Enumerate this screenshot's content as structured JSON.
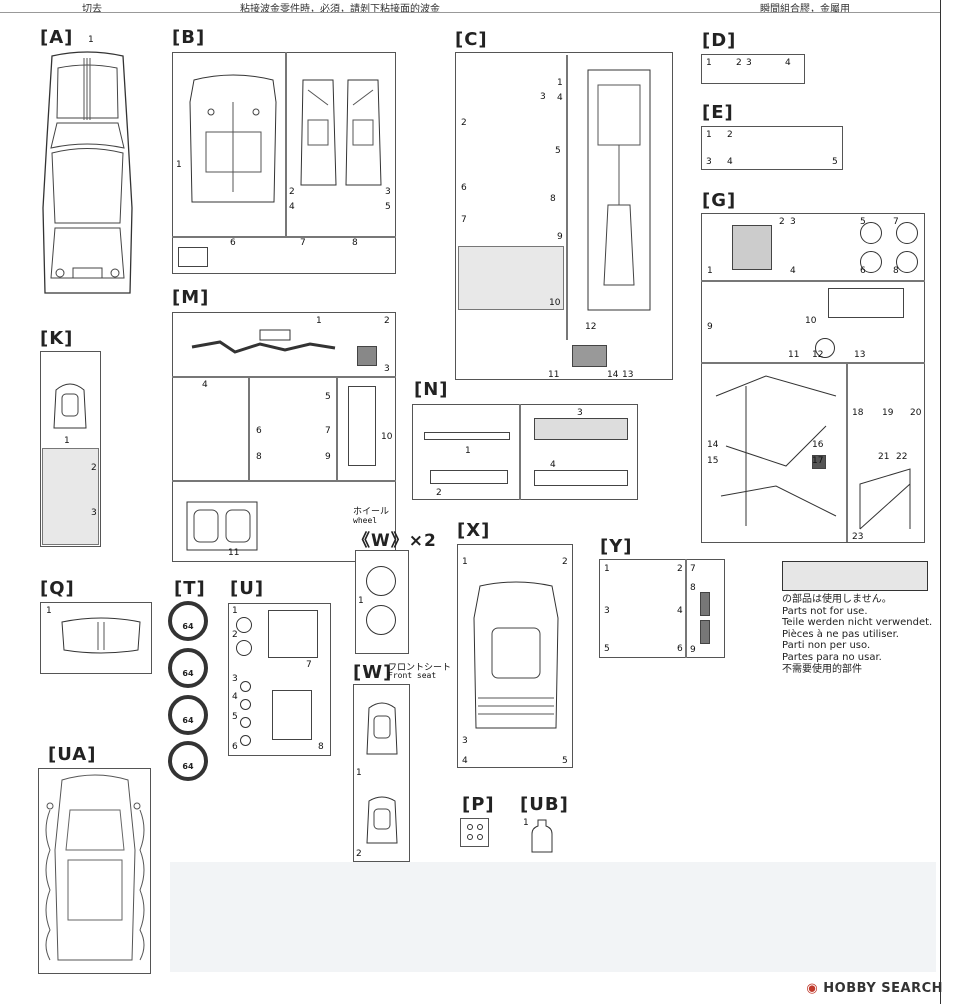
{
  "header": {
    "left_text": "切去",
    "center_text": "粘接波金零件時，必須，請剝下粘接面的波金",
    "right_text": "瞬間組合膠，金屬用"
  },
  "sections": {
    "A": "[A]",
    "B": "[B]",
    "C": "[C]",
    "D": "[D]",
    "E": "[E]",
    "G": "[G]",
    "M": "[M]",
    "K": "[K]",
    "N": "[N]",
    "Q": "[Q]",
    "T": "[T]",
    "U": "[U]",
    "X": "[X]",
    "Y": "[Y]",
    "UA": "[UA]",
    "W": "[W]",
    "P": "[P]",
    "UB": "[UB]"
  },
  "wheel_label": {
    "jp": "ホイール",
    "en": "wheel",
    "code": "《W》×2"
  },
  "front_seat_label": {
    "jp": "フロントシート",
    "en": "Front seat"
  },
  "tire_label": "64",
  "notes": {
    "jp1": "の部品は使用しません。",
    "en": "Parts not for use.",
    "de": "Teile werden nicht verwendet.",
    "fr": "Pièces à ne pas utiliser.",
    "it": "Parti non per uso.",
    "es": "Partes para no usar.",
    "zh": "不需要使用的部件"
  },
  "watermark": {
    "brand": "HOBBY SEARCH"
  },
  "colors": {
    "not_used_fill": "#e6e6e6",
    "line": "#333333"
  }
}
